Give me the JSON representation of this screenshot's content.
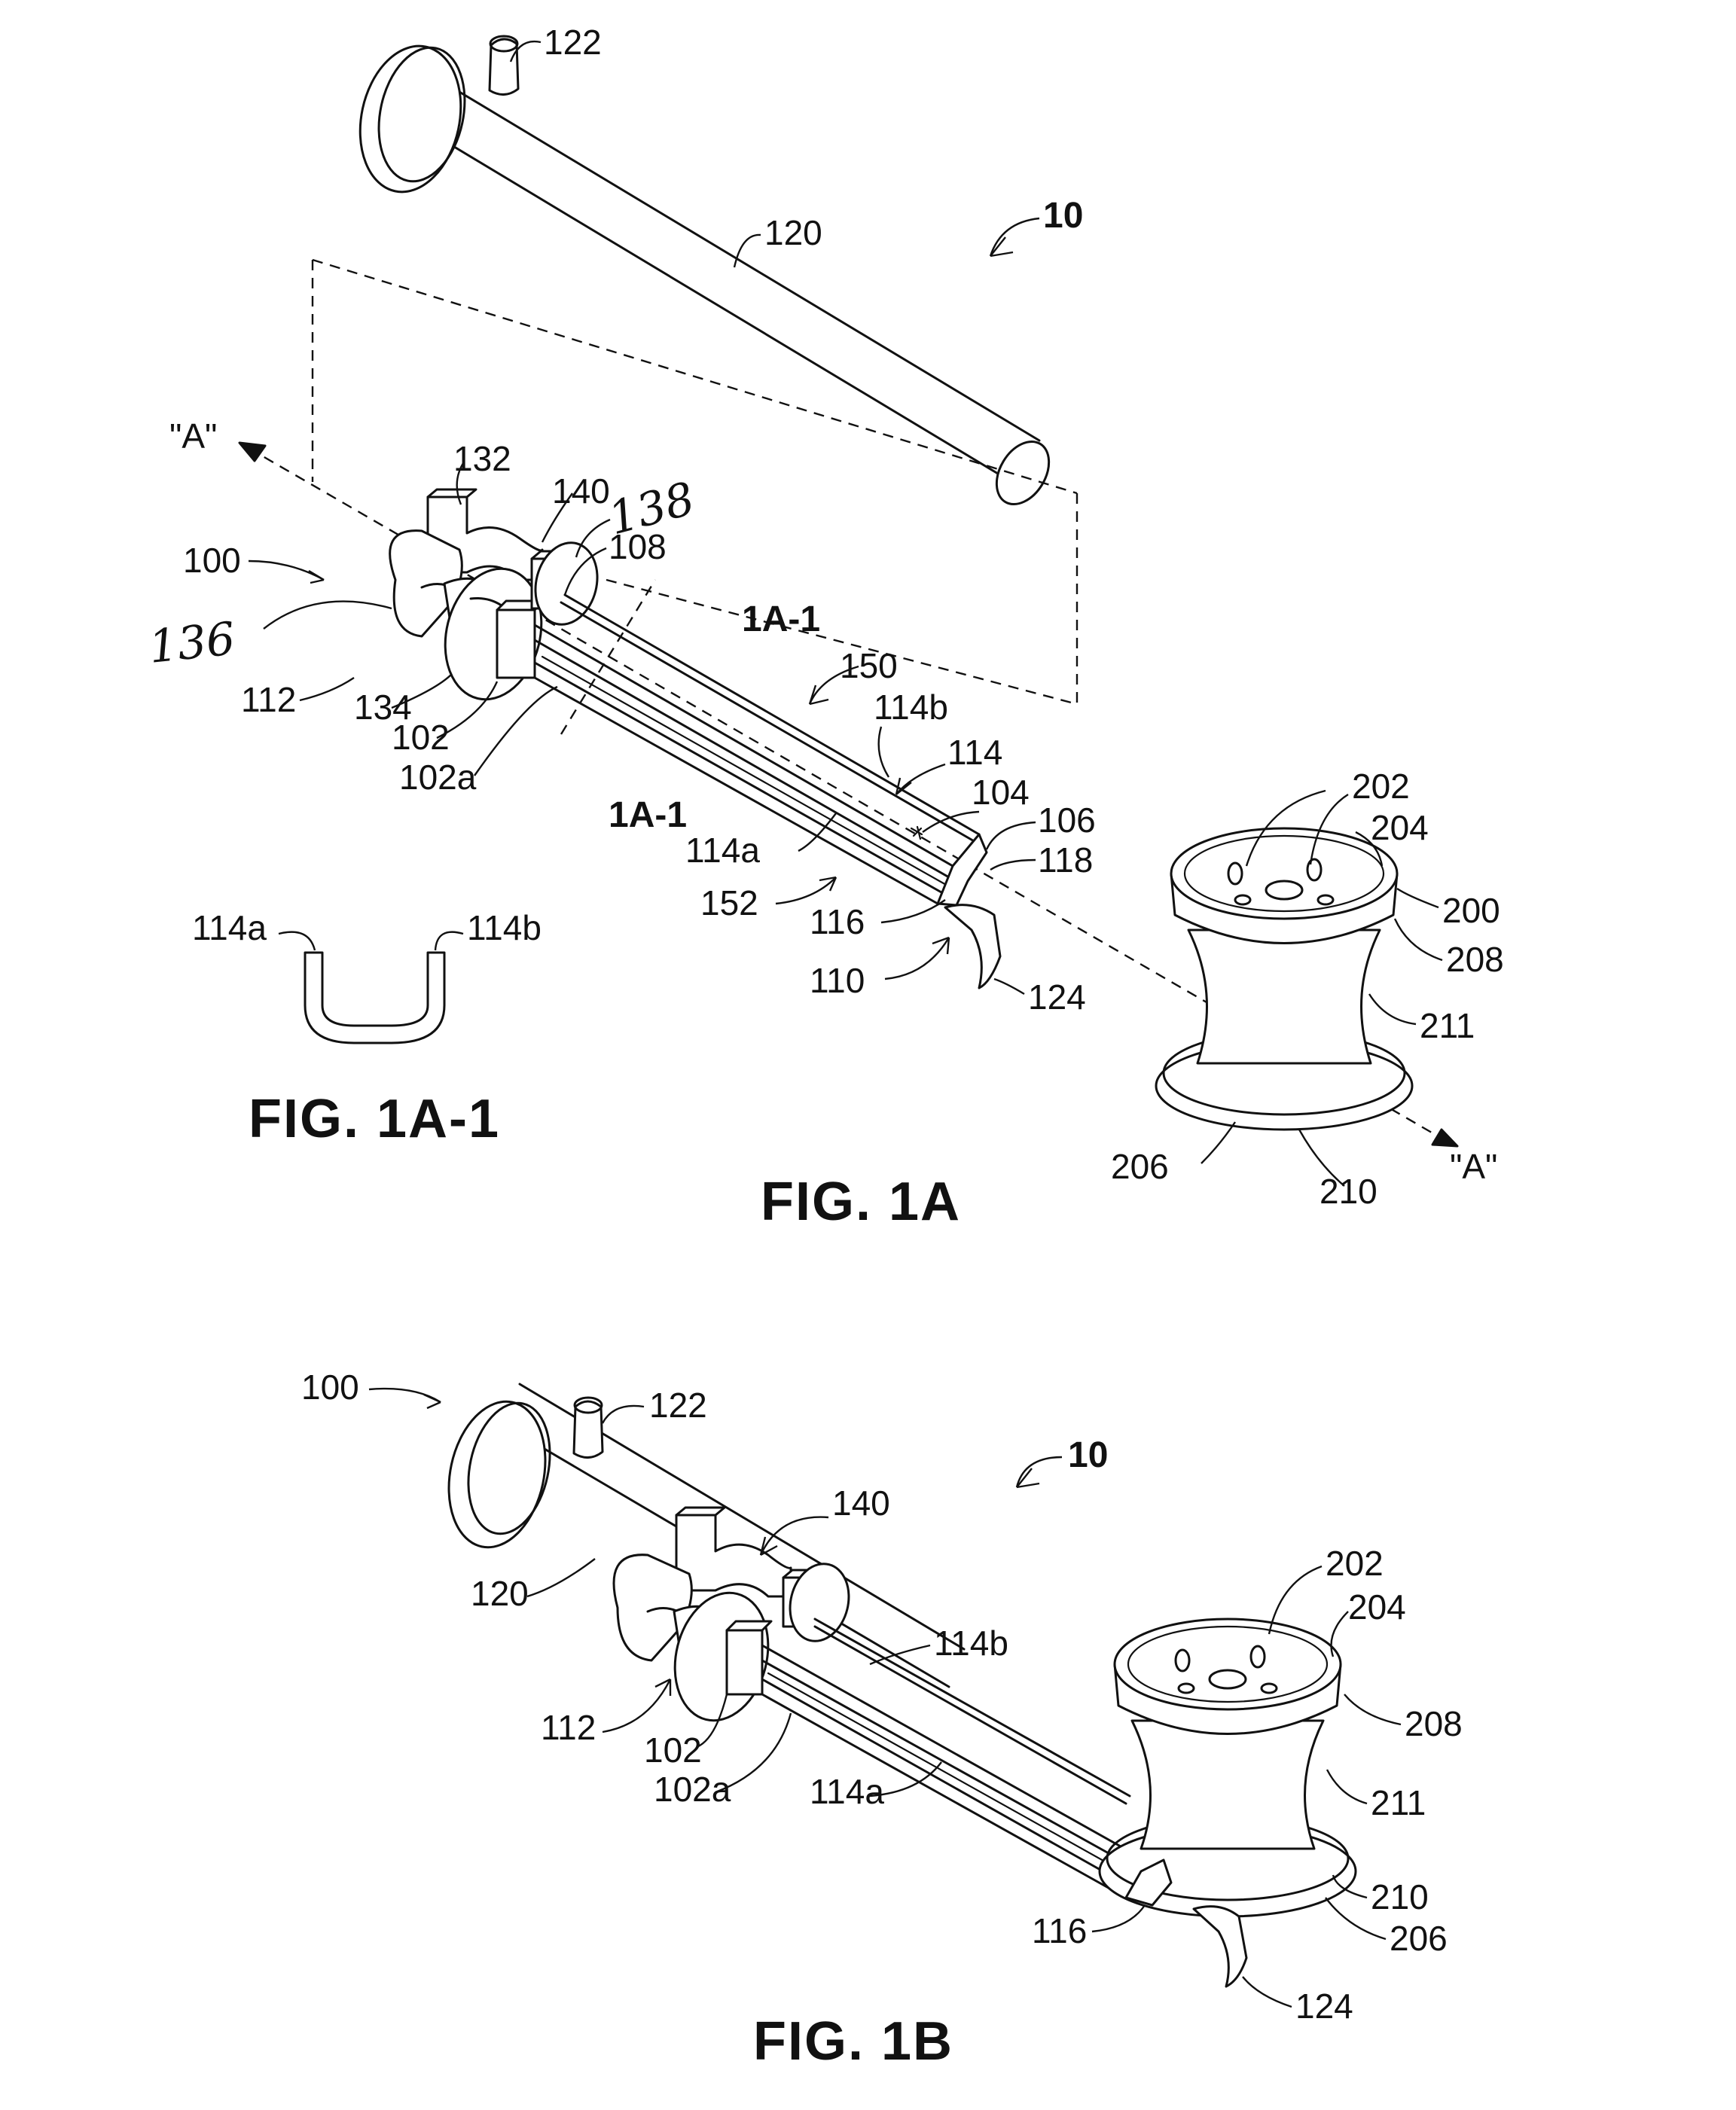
{
  "assembly_ref": "10",
  "figures": {
    "fig_1a_1": "FIG. 1A-1",
    "fig_1a": "FIG. 1A",
    "fig_1b": "FIG. 1B"
  },
  "fig_1a_labels": {
    "l122": "122",
    "l120": "120",
    "l10": "10",
    "axis_a_top": "\"A\"",
    "axis_a_bottom": "\"A\"",
    "l132": "132",
    "l140": "140",
    "l138": "138",
    "l108": "108",
    "l100": "100",
    "l136": "136",
    "l112": "112",
    "l134": "134",
    "l102": "102",
    "l102a": "102a",
    "section_top": "1A-1",
    "section_bottom": "1A-1",
    "l150": "150",
    "l114b": "114b",
    "l114": "114",
    "l104": "104",
    "l106": "106",
    "l118": "118",
    "l114a": "114a",
    "l152": "152",
    "l116": "116",
    "l110": "110",
    "l124": "124",
    "l202": "202",
    "l204": "204",
    "l200": "200",
    "l208": "208",
    "l211": "211",
    "l206": "206",
    "l210": "210"
  },
  "fig_1a_1_labels": {
    "l114a": "114a",
    "l114b": "114b"
  },
  "fig_1b_labels": {
    "l100": "100",
    "l122": "122",
    "l10": "10",
    "l140": "140",
    "l120": "120",
    "l202": "202",
    "l204": "204",
    "l114b": "114b",
    "l112": "112",
    "l208": "208",
    "l102": "102",
    "l102a": "102a",
    "l114a": "114a",
    "l211": "211",
    "l210": "210",
    "l116": "116",
    "l206": "206",
    "l124": "124"
  }
}
